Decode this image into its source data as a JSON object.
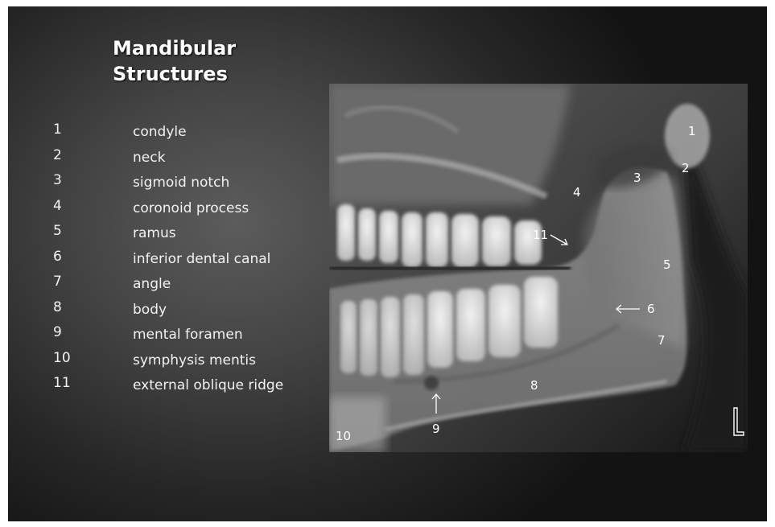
{
  "title": {
    "line1": "Mandibular",
    "line2": "Structures"
  },
  "legend": [
    {
      "num": "1",
      "term": "condyle"
    },
    {
      "num": "2",
      "term": "neck"
    },
    {
      "num": "3",
      "term": "sigmoid notch"
    },
    {
      "num": "4",
      "term": "coronoid process"
    },
    {
      "num": "5",
      "term": "ramus"
    },
    {
      "num": "6",
      "term": "inferior dental canal"
    },
    {
      "num": "7",
      "term": "angle"
    },
    {
      "num": "8",
      "term": "body"
    },
    {
      "num": "9",
      "term": "mental foramen"
    },
    {
      "num": "10",
      "term": "symphysis mentis"
    },
    {
      "num": "11",
      "term": "external oblique ridge"
    }
  ],
  "xray": {
    "labels": [
      "1",
      "2",
      "3",
      "4",
      "5",
      "6",
      "7",
      "8",
      "9",
      "10",
      "11"
    ],
    "side_marker": "L"
  }
}
